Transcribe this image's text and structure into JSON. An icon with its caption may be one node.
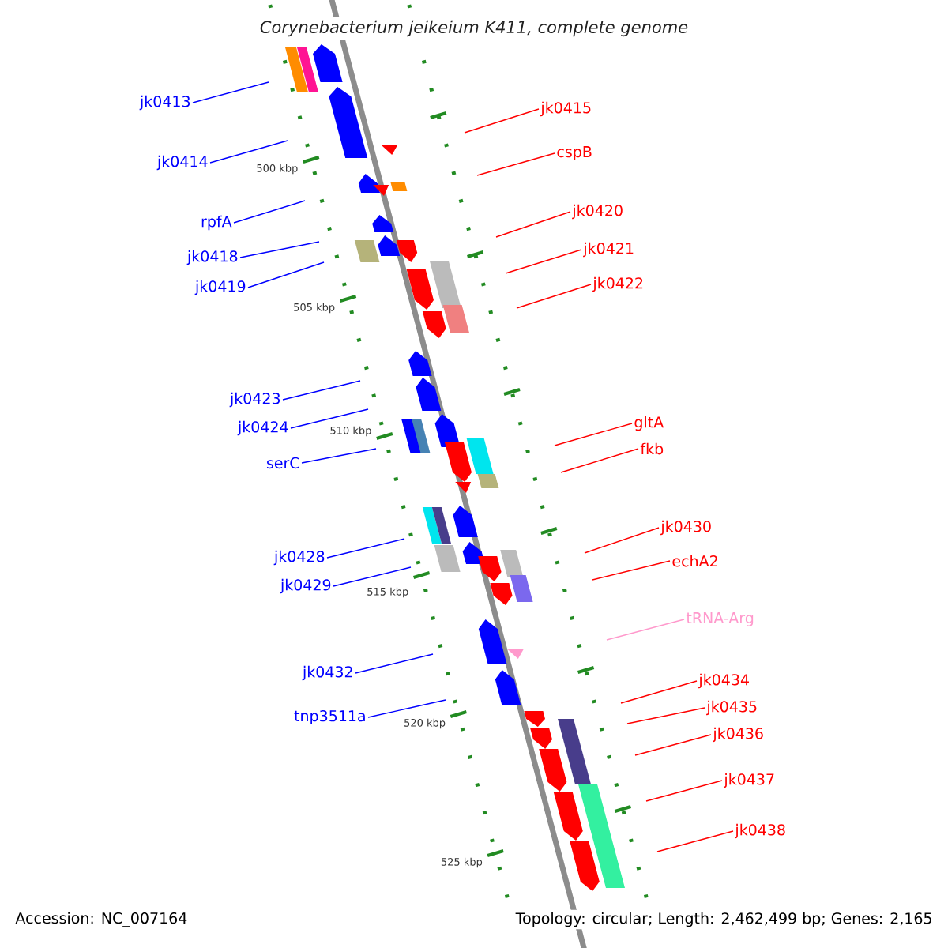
{
  "diagram": {
    "title": "Corynebacterium jeikeium K411, complete genome",
    "nodes": [
      {
        "text": [
          "jk0413"
        ]
      },
      {
        "text": [
          "jk0414"
        ]
      },
      {
        "text": [
          "rpfA"
        ]
      },
      {
        "text": [
          "jk0418"
        ]
      },
      {
        "text": [
          "jk0419"
        ]
      },
      {
        "text": [
          "jk0423"
        ]
      },
      {
        "text": [
          "jk0424"
        ]
      },
      {
        "text": [
          "serC"
        ]
      },
      {
        "text": [
          "jk0428"
        ]
      },
      {
        "text": [
          "jk0429"
        ]
      },
      {
        "text": [
          "jk0432"
        ]
      },
      {
        "text": [
          "tnp3511a"
        ]
      },
      {
        "text": [
          "jk0415"
        ]
      },
      {
        "text": [
          "cspB"
        ]
      },
      {
        "text": [
          "jk0420"
        ]
      },
      {
        "text": [
          "jk0421"
        ]
      },
      {
        "text": [
          "jk0422"
        ]
      },
      {
        "text": [
          "gltA"
        ]
      },
      {
        "text": [
          "fkb"
        ]
      },
      {
        "text": [
          "jk0430"
        ]
      },
      {
        "text": [
          "echA2"
        ]
      },
      {
        "text": [
          "tRNA-Arg"
        ]
      },
      {
        "text": [
          "jk0434"
        ]
      },
      {
        "text": [
          "jk0435"
        ]
      },
      {
        "text": [
          "jk0436"
        ]
      },
      {
        "text": [
          "jk0437"
        ]
      },
      {
        "text": [
          "jk0438"
        ]
      }
    ],
    "edges": [
      {
        "from": 0,
        "to": null,
        "arrow": "none",
        "color": "#0000ff"
      },
      {
        "from": 1,
        "to": null,
        "arrow": "none",
        "color": "#0000ff"
      },
      {
        "from": 2,
        "to": null,
        "arrow": "none",
        "color": "#0000ff"
      },
      {
        "from": 3,
        "to": null,
        "arrow": "none",
        "color": "#0000ff"
      },
      {
        "from": 4,
        "to": null,
        "arrow": "none",
        "color": "#0000ff"
      },
      {
        "from": 5,
        "to": null,
        "arrow": "none",
        "color": "#0000ff"
      },
      {
        "from": 6,
        "to": null,
        "arrow": "none",
        "color": "#0000ff"
      },
      {
        "from": 7,
        "to": null,
        "arrow": "none",
        "color": "#0000ff"
      },
      {
        "from": 8,
        "to": null,
        "arrow": "none",
        "color": "#0000ff"
      },
      {
        "from": 9,
        "to": null,
        "arrow": "none",
        "color": "#0000ff"
      },
      {
        "from": 10,
        "to": null,
        "arrow": "none",
        "color": "#0000ff"
      },
      {
        "from": 11,
        "to": null,
        "arrow": "none",
        "color": "#0000ff"
      },
      {
        "from": 12,
        "to": null,
        "arrow": "none"
      },
      {
        "from": 13,
        "to": null,
        "arrow": "none"
      },
      {
        "from": 14,
        "to": null,
        "arrow": "none"
      },
      {
        "from": 15,
        "to": null,
        "arrow": "none"
      },
      {
        "from": 16,
        "to": null,
        "arrow": "none"
      },
      {
        "from": 17,
        "to": null,
        "arrow": "none"
      },
      {
        "from": 18,
        "to": null,
        "arrow": "none"
      },
      {
        "from": 19,
        "to": null,
        "arrow": "none"
      },
      {
        "from": 20,
        "to": null,
        "arrow": "none"
      },
      {
        "from": 21,
        "to": null,
        "arrow": "none",
        "color": "#ff99cc"
      },
      {
        "from": 22,
        "to": null,
        "arrow": "none"
      },
      {
        "from": 23,
        "to": null,
        "arrow": "none"
      },
      {
        "from": 24,
        "to": null,
        "arrow": "none"
      },
      {
        "from": 25,
        "to": null,
        "arrow": "none"
      },
      {
        "from": 26,
        "to": null,
        "arrow": "none"
      }
    ],
    "labels": [
      "500 kbp",
      "505 kbp",
      "510 kbp",
      "515 kbp",
      "520 kbp",
      "525 kbp",
      "Accession: NC_007164",
      "Topology: circular; Length: 2,462,499 bp; Genes: 2,165"
    ]
  }
}
